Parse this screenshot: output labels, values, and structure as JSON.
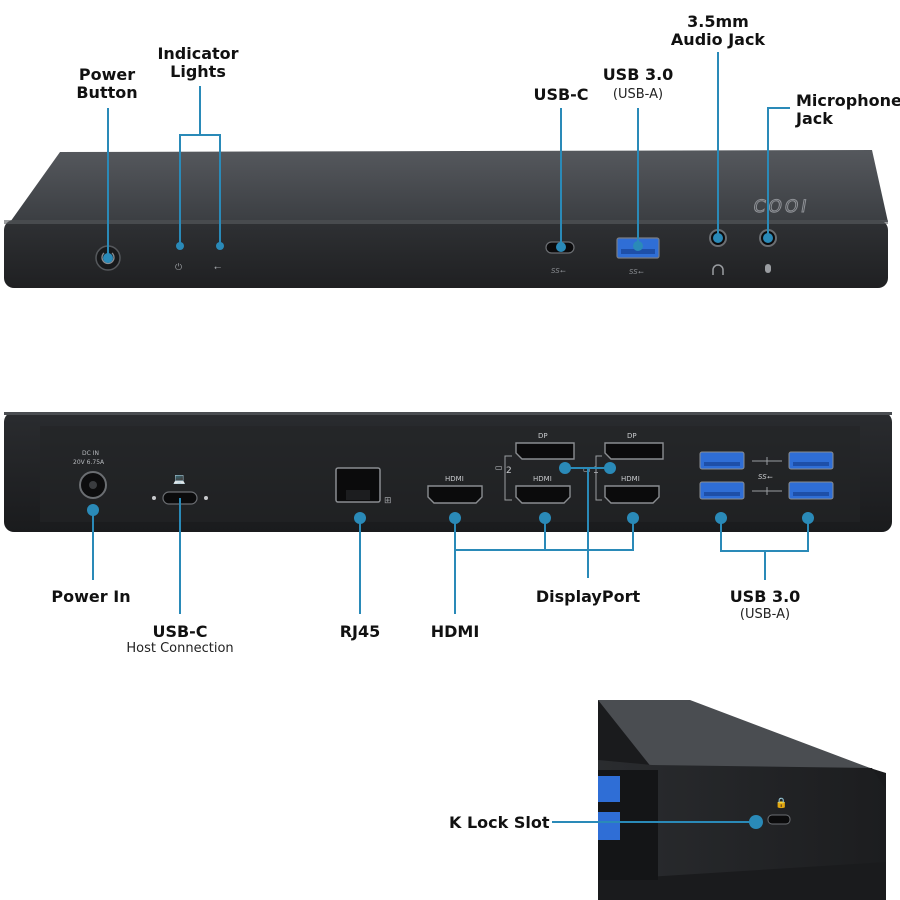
{
  "brand_mark": "COOI",
  "front_panel": {
    "labels": {
      "power_button": [
        "Power",
        "Button"
      ],
      "indicator_lights": [
        "Indicator",
        "Lights"
      ],
      "usb_c": "USB-C",
      "usb3": "USB 3.0",
      "usb3_sub": "(USB-A)",
      "audio_jack": [
        "3.5mm",
        "Audio Jack"
      ],
      "mic_jack": [
        "Microphone",
        "Jack"
      ]
    }
  },
  "rear_panel": {
    "dc_in_text": [
      "DC IN",
      "20V 6.75A"
    ],
    "port_texts": {
      "dp": "DP",
      "hdmi": "HDMI",
      "display_2": "2",
      "display_1": "1"
    },
    "labels": {
      "power_in": "Power In",
      "usb_c_host": "USB-C",
      "usb_c_host_sub": "Host Connection",
      "rj45": "RJ45",
      "hdmi": "HDMI",
      "displayport": "DisplayPort",
      "usb3": "USB 3.0",
      "usb3_sub": "(USB-A)"
    }
  },
  "side_view": {
    "labels": {
      "k_lock": "K Lock Slot"
    }
  },
  "colors": {
    "callout_blue": "#2a8ab8",
    "device_body": "#2b2d30",
    "device_top": "#4a4d52",
    "usb_blue": "#2f6ed6"
  }
}
